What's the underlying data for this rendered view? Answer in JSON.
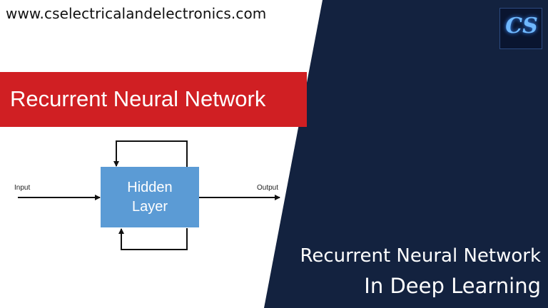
{
  "site": {
    "url": "www.cselectricalandelectronics.com"
  },
  "diagram": {
    "heading": "Recurrent Neural Network",
    "node": {
      "line1": "Hidden",
      "line2": "Layer"
    },
    "input_label": "Input",
    "output_label": "Output"
  },
  "logo": {
    "text": "CS"
  },
  "title": {
    "line1": "Recurrent Neural Network",
    "line2": "In Deep Learning"
  },
  "colors": {
    "banner": "#d01f23",
    "panel": "#13223f",
    "node": "#5b9bd5"
  }
}
